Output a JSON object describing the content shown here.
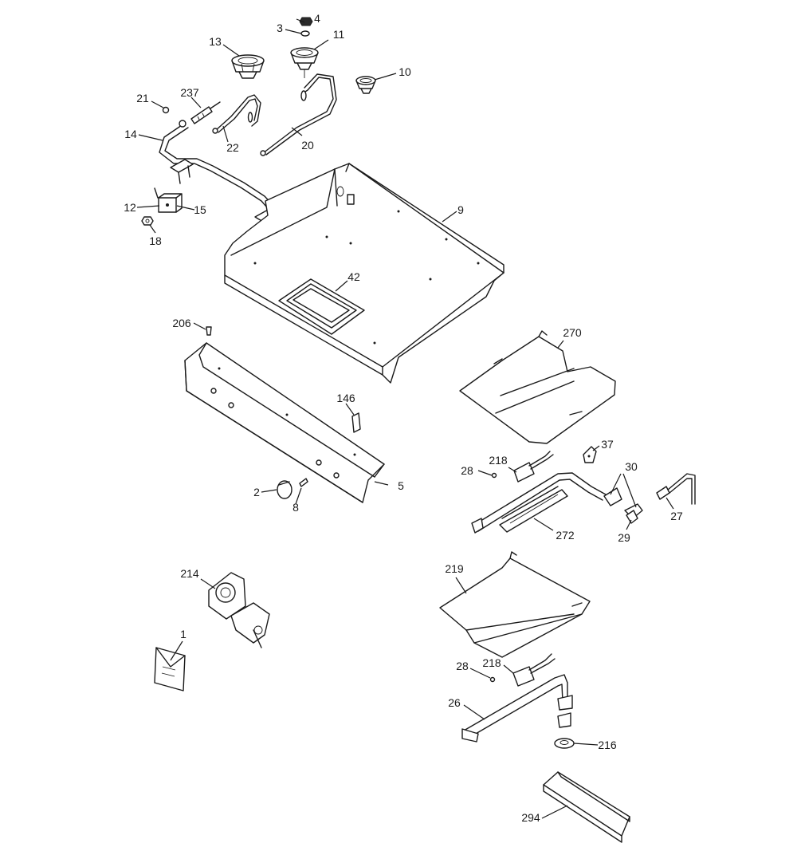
{
  "callouts": [
    {
      "id": "c4",
      "text": "4"
    },
    {
      "id": "c3",
      "text": "3"
    },
    {
      "id": "c13",
      "text": "13"
    },
    {
      "id": "c11",
      "text": "11"
    },
    {
      "id": "c10",
      "text": "10"
    },
    {
      "id": "c21",
      "text": "21"
    },
    {
      "id": "c237",
      "text": "237"
    },
    {
      "id": "c14",
      "text": "14"
    },
    {
      "id": "c22",
      "text": "22"
    },
    {
      "id": "c20",
      "text": "20"
    },
    {
      "id": "c12",
      "text": "12"
    },
    {
      "id": "c15",
      "text": "15"
    },
    {
      "id": "c18",
      "text": "18"
    },
    {
      "id": "c9",
      "text": "9"
    },
    {
      "id": "c42",
      "text": "42"
    },
    {
      "id": "c206",
      "text": "206"
    },
    {
      "id": "c270",
      "text": "270"
    },
    {
      "id": "c146",
      "text": "146"
    },
    {
      "id": "c37",
      "text": "37"
    },
    {
      "id": "c218a",
      "text": "218"
    },
    {
      "id": "c28a",
      "text": "28"
    },
    {
      "id": "c30",
      "text": "30"
    },
    {
      "id": "c2",
      "text": "2"
    },
    {
      "id": "c5",
      "text": "5"
    },
    {
      "id": "c8",
      "text": "8"
    },
    {
      "id": "c27",
      "text": "27"
    },
    {
      "id": "c272",
      "text": "272"
    },
    {
      "id": "c29",
      "text": "29"
    },
    {
      "id": "c214",
      "text": "214"
    },
    {
      "id": "c219",
      "text": "219"
    },
    {
      "id": "c1",
      "text": "1"
    },
    {
      "id": "c28b",
      "text": "28"
    },
    {
      "id": "c218b",
      "text": "218"
    },
    {
      "id": "c26",
      "text": "26"
    },
    {
      "id": "c216",
      "text": "216"
    },
    {
      "id": "c294",
      "text": "294"
    }
  ]
}
